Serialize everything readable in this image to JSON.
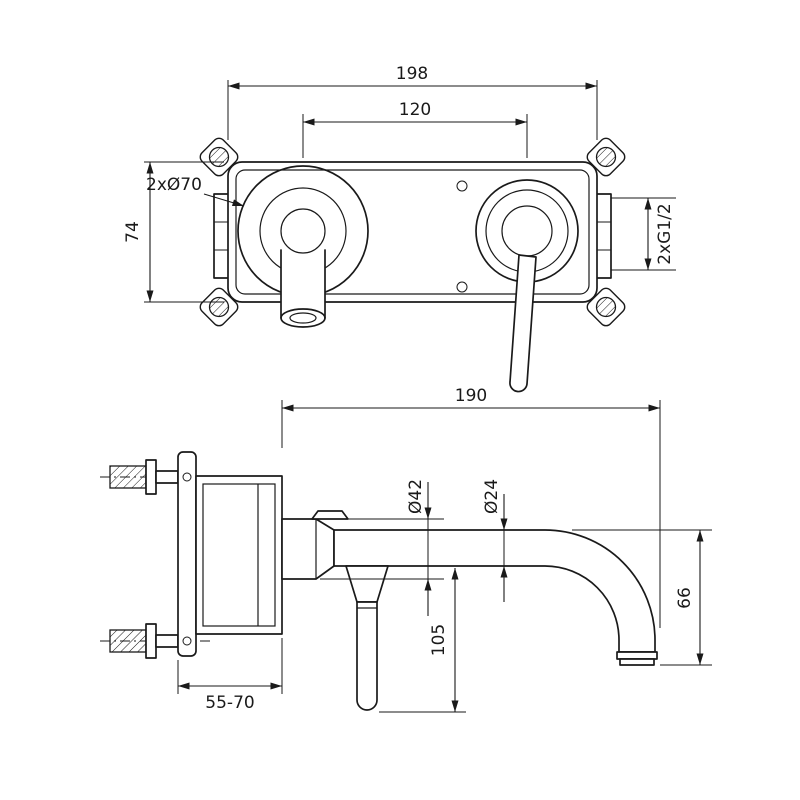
{
  "drawing": {
    "kind": "technical-dimension-drawing",
    "line_color": "#1a1a1a",
    "background": "#ffffff"
  },
  "labels": {
    "w198": "198",
    "c120": "120",
    "holes": "2xØ70",
    "h74": "74",
    "thread": "2xG1/2",
    "p190": "190",
    "d42": "Ø42",
    "d24": "Ø24",
    "l105": "105",
    "drop66": "66",
    "depth": "55-70"
  }
}
